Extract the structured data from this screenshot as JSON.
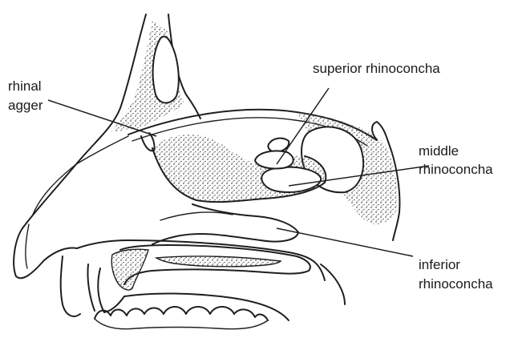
{
  "labels": {
    "rhinal_agger_line1": "rhinal",
    "rhinal_agger_line2": "agger",
    "superior_rhinoconcha": "superior rhinoconcha",
    "middle_rhinoconcha_line1": "middle",
    "middle_rhinoconcha_line2": "rhinoconcha",
    "inferior_rhinoconcha_line1": "inferior",
    "inferior_rhinoconcha_line2": "rhinoconcha"
  },
  "colors": {
    "line": "#1f1f1f",
    "stipple": "#555555",
    "background": "#ffffff"
  }
}
